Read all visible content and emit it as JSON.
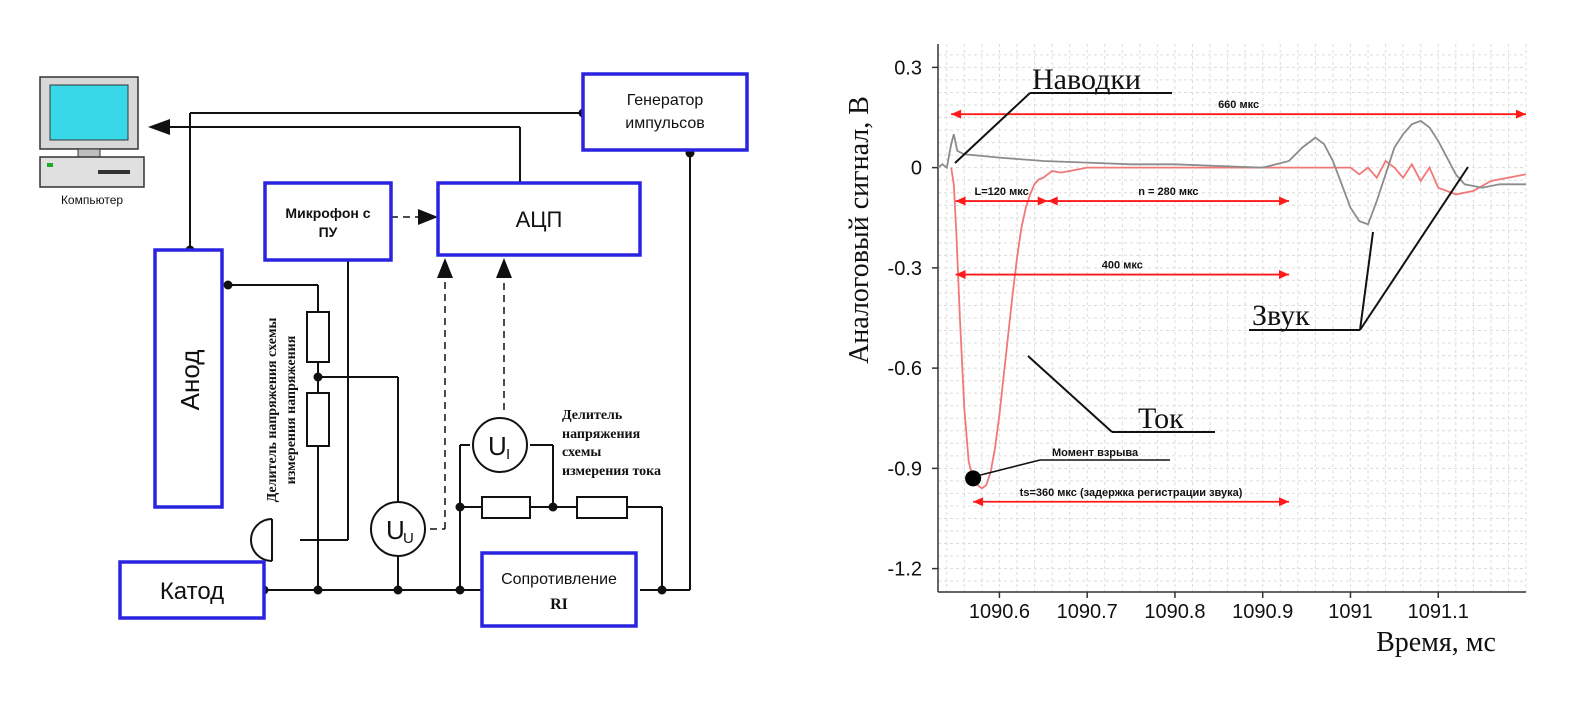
{
  "diagram": {
    "computer_label": "Компьютер",
    "generator_line1": "Генератор",
    "generator_line2": "импульсов",
    "adc_label": "АЦП",
    "mic_line1": "Микрофон с",
    "mic_line2": "ПУ",
    "anode_label": "Анод",
    "cathode_label": "Катод",
    "resistance_line1": "Сопротивление",
    "resistance_line2": "RI",
    "ui_main": "U",
    "ui_sub": "I",
    "uu_main": "U",
    "uu_sub": "U",
    "voltage_divider_line1": "Делитель напряжения схемы",
    "voltage_divider_line2": "измерения напряжения",
    "current_divider_lines": [
      "Делитель",
      "напряжения",
      "схемы",
      "измерения тока"
    ]
  },
  "chart_data": {
    "type": "line",
    "xlabel": "Время, мс",
    "ylabel": "Аналоговый сигнал, В",
    "xlim": [
      1090.53,
      1091.2
    ],
    "ylim": [
      -1.27,
      0.37
    ],
    "xticks": [
      1090.6,
      1090.7,
      1090.8,
      1090.9,
      1091,
      1091.1
    ],
    "xtick_labels": [
      "1090.6",
      "1090.7",
      "1090.8",
      "1090.9",
      "1091",
      "1091.1"
    ],
    "yticks": [
      0.3,
      0,
      -0.3,
      -0.6,
      -0.9,
      -1.2
    ],
    "ytick_labels": [
      "0.3",
      "0",
      "-0.3",
      "-0.6",
      "-0.9",
      "-1.2"
    ],
    "grid": true,
    "series": [
      {
        "color": "#f07878",
        "x": [
          1090.545,
          1090.548,
          1090.551,
          1090.555,
          1090.56,
          1090.565,
          1090.57,
          1090.575,
          1090.58,
          1090.585,
          1090.59,
          1090.595,
          1090.6,
          1090.605,
          1090.61,
          1090.615,
          1090.62,
          1090.625,
          1090.63,
          1090.635,
          1090.64,
          1090.645,
          1090.65,
          1090.655,
          1090.66,
          1090.67,
          1090.68,
          1090.7,
          1090.75,
          1090.8,
          1090.85,
          1090.9,
          1090.95,
          1090.98,
          1091.0,
          1091.01,
          1091.02,
          1091.03,
          1091.04,
          1091.05,
          1091.06,
          1091.07,
          1091.08,
          1091.09,
          1091.1,
          1091.12,
          1091.14,
          1091.16,
          1091.2
        ],
        "y": [
          0.0,
          -0.05,
          -0.2,
          -0.45,
          -0.72,
          -0.88,
          -0.93,
          -0.95,
          -0.96,
          -0.95,
          -0.91,
          -0.84,
          -0.74,
          -0.62,
          -0.5,
          -0.38,
          -0.27,
          -0.18,
          -0.12,
          -0.08,
          -0.05,
          -0.035,
          -0.03,
          -0.02,
          -0.01,
          -0.015,
          -0.01,
          0.0,
          0.0,
          0.0,
          0.0,
          0.0,
          0.0,
          0.0,
          0.0,
          -0.02,
          0.0,
          -0.03,
          0.02,
          0.0,
          -0.03,
          0.01,
          -0.04,
          0.0,
          -0.06,
          -0.08,
          -0.07,
          -0.04,
          -0.02
        ]
      },
      {
        "color": "#8c8c8c",
        "x": [
          1090.53,
          1090.535,
          1090.54,
          1090.545,
          1090.548,
          1090.552,
          1090.56,
          1090.6,
          1090.65,
          1090.7,
          1090.75,
          1090.8,
          1090.85,
          1090.9,
          1090.93,
          1090.945,
          1090.96,
          1090.97,
          1090.98,
          1090.99,
          1091.0,
          1091.01,
          1091.02,
          1091.03,
          1091.04,
          1091.05,
          1091.06,
          1091.07,
          1091.08,
          1091.09,
          1091.1,
          1091.11,
          1091.12,
          1091.13,
          1091.15,
          1091.17,
          1091.2
        ],
        "y": [
          0.0,
          0.01,
          0.0,
          0.07,
          0.1,
          0.05,
          0.04,
          0.03,
          0.02,
          0.015,
          0.01,
          0.01,
          0.005,
          0.0,
          0.02,
          0.06,
          0.09,
          0.07,
          0.02,
          -0.05,
          -0.12,
          -0.16,
          -0.17,
          -0.1,
          -0.02,
          0.06,
          0.1,
          0.13,
          0.14,
          0.12,
          0.08,
          0.03,
          -0.02,
          -0.05,
          -0.06,
          -0.05,
          -0.05
        ]
      }
    ],
    "annotations": {
      "interference": "Наводки",
      "sound": "Звук",
      "current": "Ток",
      "explosion_moment": "Момент взрыва",
      "measure_660": "660 мкс",
      "measure_120": "L=120 мкс",
      "measure_280": "n = 280 мкс",
      "measure_400": "400 мкс",
      "measure_ts": "ts=360 мкс (задержка регистрации звука)"
    },
    "explosion_point": {
      "x": 1090.57,
      "y": -0.93
    },
    "arrows": [
      {
        "label_key": "measure_660",
        "x1": 1090.545,
        "x2": 1091.2,
        "y": 0.16
      },
      {
        "label_key": "measure_120",
        "x1": 1090.55,
        "x2": 1090.655,
        "y": -0.1
      },
      {
        "label_key": "measure_280",
        "x1": 1090.655,
        "x2": 1090.93,
        "y": -0.1
      },
      {
        "label_key": "measure_400",
        "x1": 1090.55,
        "x2": 1090.93,
        "y": -0.32
      },
      {
        "label_key": "measure_ts",
        "x1": 1090.57,
        "x2": 1090.93,
        "y": -1.0
      }
    ]
  }
}
